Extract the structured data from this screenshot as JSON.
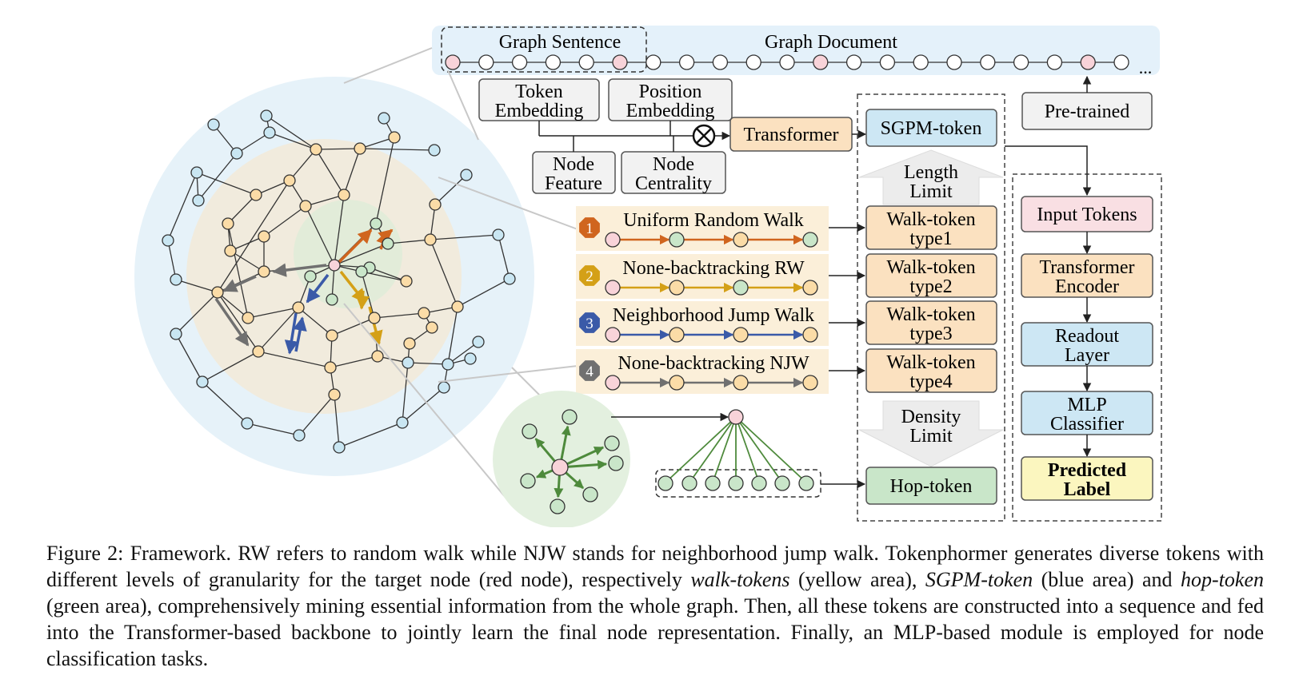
{
  "figure": {
    "graph_sentence": "Graph Sentence",
    "graph_document": "Graph Document",
    "ellipsis": "...",
    "token_embedding": [
      "Token",
      "Embedding"
    ],
    "position_embedding": [
      "Position",
      "Embedding"
    ],
    "node_feature": [
      "Node",
      "Feature"
    ],
    "node_centrality": [
      "Node",
      "Centrality"
    ],
    "transformer": "Transformer",
    "sgpm_token": "SGPM-token",
    "pre_trained": "Pre-trained",
    "length_limit": [
      "Length",
      "Limit"
    ],
    "density_limit": [
      "Density",
      "Limit"
    ],
    "hop_token": "Hop-token",
    "walks": [
      {
        "num": "1",
        "label": "Uniform Random Walk",
        "token": [
          "Walk-token",
          "type1"
        ],
        "color": "#d0651e"
      },
      {
        "num": "2",
        "label": "None-backtracking RW",
        "token": [
          "Walk-token",
          "type2"
        ],
        "color": "#d4a017"
      },
      {
        "num": "3",
        "label": "Neighborhood Jump Walk",
        "token": [
          "Walk-token",
          "type3"
        ],
        "color": "#3a5aa8"
      },
      {
        "num": "4",
        "label": "None-backtracking NJW",
        "token": [
          "Walk-token",
          "type4"
        ],
        "color": "#707070"
      }
    ],
    "pipeline": [
      {
        "lines": [
          "Input Tokens"
        ],
        "fill": "#f9dfe3",
        "bold": false
      },
      {
        "lines": [
          "Transformer",
          "Encoder"
        ],
        "fill": "#fbe1c0",
        "bold": false
      },
      {
        "lines": [
          "Readout",
          "Layer"
        ],
        "fill": "#cde7f4",
        "bold": false
      },
      {
        "lines": [
          "MLP",
          "Classifier"
        ],
        "fill": "#cde7f4",
        "bold": false
      },
      {
        "lines": [
          "Predicted",
          "Label"
        ],
        "fill": "#fbf6bf",
        "bold": true
      }
    ],
    "colors": {
      "pink_node": "#f8d3d9",
      "green_node": "#c9e6c9",
      "orange_node": "#fbdca7",
      "blue_node": "#c9e6f2",
      "sentence_band": "#e4f1fa",
      "gray_box": "#f2f2f2"
    }
  },
  "caption": {
    "p1": "Figure 2: Framework. RW refers to random walk while NJW stands for neighborhood jump walk. Tokenphormer generates diverse tokens with different levels of granularity for the target node (red node), respectively ",
    "walk_tokens": "walk-tokens",
    "p2": " (yellow area), ",
    "sgpm_token": "SGPM-token",
    "p3": " (blue area) and ",
    "hop_token": "hop-token",
    "p4": " (green area), comprehensively mining essential information from the whole graph. Then, all these tokens are constructed into a sequence and fed into the Transformer-based backbone to jointly learn the final node representation. Finally, an MLP-based module is employed for node classification tasks."
  }
}
